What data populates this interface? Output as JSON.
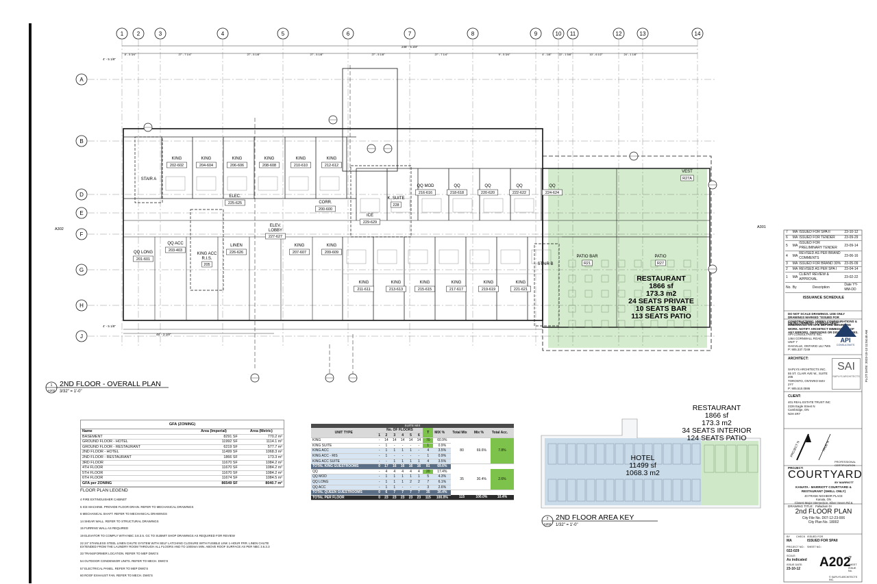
{
  "grid": {
    "columns": [
      "1",
      "2",
      "3",
      "4",
      "5",
      "6",
      "7",
      "8",
      "9",
      "10",
      "11",
      "12",
      "13",
      "14"
    ],
    "rows": [
      "A",
      "B",
      "D",
      "E",
      "F",
      "G",
      "H",
      "J"
    ]
  },
  "dims": {
    "overall": "248' - 5 3/4\"",
    "top": [
      "8' - 5 3/4\"",
      "27' - 7 1/4\"",
      "27' - 5 1/8\"",
      "27' - 5 1/8\"",
      "27' - 5 1/8\"",
      "27' - 7 1/4\"",
      "9' - 5 3/4\"",
      "4' - 1/8\"",
      "22' - 1 5/8\"",
      "10' - 6 1/2\"",
      "24' - 1 1/8\""
    ],
    "left_offset": "4' - 5 1/8\"",
    "bottom_left": "4' - 5 1/8\"",
    "bottom_run": "48' - 3 1/8\""
  },
  "rooms": [
    {
      "name": "KING",
      "num": "202-602"
    },
    {
      "name": "KING",
      "num": "204-604"
    },
    {
      "name": "KING",
      "num": "206-606"
    },
    {
      "name": "KING",
      "num": "208-608"
    },
    {
      "name": "KING",
      "num": "210-610"
    },
    {
      "name": "KING",
      "num": "212-612"
    },
    {
      "name": "STAIR A",
      "num": ""
    },
    {
      "name": "ELEC.",
      "num": "225-625"
    },
    {
      "name": "ELEV. LOBBY",
      "num": "227-627"
    },
    {
      "name": "CORR.",
      "num": "200-600"
    },
    {
      "name": "QQ LONG",
      "num": "201-601"
    },
    {
      "name": "QQ ACC",
      "num": "203-403"
    },
    {
      "name": "KING ACC R.I.S.",
      "num": "205"
    },
    {
      "name": "LINEN",
      "num": "226-626"
    },
    {
      "name": "KING",
      "num": "207-607"
    },
    {
      "name": "KING",
      "num": "209-609"
    },
    {
      "name": "ICE",
      "num": "229-629"
    },
    {
      "name": "K. SUITE",
      "num": "228"
    },
    {
      "name": "QQ MOD",
      "num": "216-616"
    },
    {
      "name": "QQ",
      "num": "218-618"
    },
    {
      "name": "QQ",
      "num": "220-620"
    },
    {
      "name": "QQ",
      "num": "222-622"
    },
    {
      "name": "QQ",
      "num": "224-624"
    },
    {
      "name": "KING",
      "num": "211-611"
    },
    {
      "name": "KING",
      "num": "213-613"
    },
    {
      "name": "KING",
      "num": "215-615"
    },
    {
      "name": "KING",
      "num": "217-617"
    },
    {
      "name": "KING",
      "num": "219-619"
    },
    {
      "name": "KING",
      "num": "221-621"
    },
    {
      "name": "STAIR B",
      "num": ""
    },
    {
      "name": "PATIO BAR",
      "num": "R21"
    },
    {
      "name": "PATIO",
      "num": "R27"
    },
    {
      "name": "VEST",
      "num": "R27A"
    }
  ],
  "restaurant_plan": {
    "lines": [
      "RESTAURANT",
      "1866 sf",
      "173.3 m2",
      "24 SEATS PRIVATE",
      "10 SEATS BAR",
      "113 SEATS PATIO"
    ]
  },
  "plan_title": {
    "ref": "1",
    "sheet": "A202",
    "title": "2ND FLOOR - OVERALL PLAN",
    "scale": "3/32\" = 1'-0\""
  },
  "side_refs": {
    "left": "A302",
    "right": "A301"
  },
  "gfa": {
    "title": "GFA (ZONING)",
    "headers": [
      "Name",
      "Area (Imperial)",
      "Area (Metric)"
    ],
    "rows": [
      [
        "BASEMENT",
        "8291 SF",
        "770.2 m²"
      ],
      [
        "GROUND FLOOR - HOTEL",
        "11992 SF",
        "1114.1 m²"
      ],
      [
        "GROUND FLOOR - RESTAURANT",
        "6219 SF",
        "577.7 m²"
      ],
      [
        "2ND FLOOR - HOTEL",
        "11499 SF",
        "1068.3 m²"
      ],
      [
        "2ND FLOOR - RESTAURANT",
        "1866 SF",
        "173.3 m²"
      ],
      [
        "3RD FLOOR",
        "11670 SF",
        "1084.2 m²"
      ],
      [
        "4TH FLOOR",
        "11670 SF",
        "1084.2 m²"
      ],
      [
        "5TH FLOOR",
        "11670 SF",
        "1084.2 m²"
      ],
      [
        "6TH FLOOR",
        "11674 SF",
        "1084.5 m²"
      ],
      [
        "GFA per ZONING",
        "86549 SF",
        "8040.7 m²"
      ]
    ]
  },
  "legend": {
    "title": "FLOOR PLAN LEGEND",
    "items": [
      "4  FIRE EXTINGUISHER CABINET",
      "5  ICE MACHINE. PROVIDE FLOOR DRAIN. REFER TO MECHANICAL DRAWINGS",
      "6  MECHANICAL SHAFT. REFER TO MECHANICAL DRAWINGS",
      "14  SHEAR WALL. REFER TO STRUCTURAL DRAWINGS",
      "15  FURRING WALL AS REQUIRED",
      "19  ELEVATOR TO COMPLY WITH NBC 3.8.3.5. GC TO SUBMIT SHOP DRAWINGS AS REQUIRED FOR REVIEW",
      "22  24\" STAINLESS STEEL LINEN CHUTE SYSTEM WITH SELF LATCHING CLOSURE WITH FUSIBLE LINK 1-HOUR FRR. LINEN CHUTE EXTENDED FROM THE LAUNDRY ROOM THROUGH ALL FLOORS AND TO 1000mm MIN. ABOVE ROOF SURFACE AS PER NBC 3.6.3.3",
      "33  TRANSFORMER LOCATION. REFER TO MEP DWG'S",
      "54  OUTDOOR CONDENSOR UNITS. REFER TO MECH. DWG'S",
      "57  ELECTRICAL PANEL. REFER TO MEP DWG'S",
      "60  ROOF EXHAUST FAN. REFER TO MECH. DWG'S"
    ]
  },
  "suite_mix": {
    "title": "SUITE MIX",
    "unit_type": "UNIT TYPE",
    "floors_label": "No. OF FLOORS",
    "floor_nums": [
      "1",
      "2",
      "3",
      "4",
      "5",
      "6"
    ],
    "extra_headers": [
      "T",
      "MIX %",
      "Total Mix",
      "Mix %",
      "Total Acc."
    ],
    "king_rows": [
      [
        "KING",
        "-",
        "14",
        "14",
        "14",
        "14",
        "14",
        "70",
        "60.9%"
      ],
      [
        "KING SUITE",
        "-",
        "1",
        "-",
        "-",
        "-",
        "-",
        "1",
        "0.9%"
      ],
      [
        "KING ACC",
        "-",
        "1",
        "1",
        "1",
        "1",
        "-",
        "4",
        "3.5%"
      ],
      [
        "KING ACC - RIS",
        "-",
        "1",
        "-",
        "-",
        "-",
        "-",
        "1",
        "0.9%"
      ],
      [
        "KING ACC SUITE",
        "-",
        "-",
        "1",
        "1",
        "1",
        "1",
        "4",
        "3.5%"
      ]
    ],
    "king_total": [
      "TOTAL KING GUESTROOMS",
      "0",
      "17",
      "16",
      "16",
      "16",
      "16",
      "81",
      "69.6%"
    ],
    "king_group": [
      "80",
      "69.6%",
      "7.8%"
    ],
    "queen_rows": [
      [
        "QQ",
        "-",
        "4",
        "4",
        "4",
        "4",
        "4",
        "20",
        "17.4%"
      ],
      [
        "QQ MOD",
        "-",
        "1",
        "1",
        "1",
        "1",
        "1",
        "5",
        "4.3%"
      ],
      [
        "QQ LONG",
        "-",
        "1",
        "1",
        "1",
        "2",
        "2",
        "7",
        "6.1%"
      ],
      [
        "QQ ACC",
        "-",
        "1",
        "1",
        "-",
        "-",
        "-",
        "3",
        "2.6%"
      ]
    ],
    "queen_total": [
      "TOTAL QUEEN GUESTROOMS",
      "0",
      "6",
      "7",
      "7",
      "7",
      "7",
      "35",
      "30.4%"
    ],
    "queen_group": [
      "35",
      "30.4%",
      "2.6%"
    ],
    "floor_total": [
      "TOTAL PER FLOOR",
      "0",
      "23",
      "23",
      "23",
      "23",
      "23",
      "115",
      "100.0%"
    ],
    "floor_group": [
      "115",
      "100.0%",
      "10.4%"
    ]
  },
  "area_key": {
    "ref": "2",
    "sheet": "A202",
    "title": "2ND FLOOR AREA KEY",
    "scale": "1/32\" = 1'-0\"",
    "hotel": [
      "HOTEL",
      "11499 sf",
      "1068.3 m2"
    ],
    "restaurant": [
      "RESTAURANT",
      "1866 sf",
      "173.3 m2",
      "34 SEATS INTERIOR",
      "124 SEATS PATIO"
    ]
  },
  "issuance": {
    "rows": [
      [
        "7",
        "MA",
        "ISSUED FOR SPA II",
        "23-10-12"
      ],
      [
        "6",
        "MA",
        "ISSUED FOR TENDER",
        "23-09-29"
      ],
      [
        "5",
        "MA",
        "ISSUED FOR PRELIMINARY TENDER",
        "23-09-14"
      ],
      [
        "4",
        "MA",
        "REVISED AS PER BRAND COMMENTS",
        "23-06-16"
      ],
      [
        "3",
        "MA",
        "ISSUED FOR BRAND 30%",
        "23-05-09"
      ],
      [
        "2",
        "MA",
        "REVISED AS PER SPA I",
        "23-04-14"
      ],
      [
        "1",
        "MA",
        "CLIENT REVIEW & APPROVAL",
        "23-02-22"
      ]
    ],
    "head": [
      "No.",
      "By",
      "Description",
      "Date YY-MM-DD"
    ],
    "title": "ISSUANCE SCHEDULE"
  },
  "notes": "DO NOT SCALE DRAWINGS. USE ONLY DRAWINGS MARKED \"ISSUED FOR CONSTRUCTION\". VERIFY CONFIGURATIONS & DIMENSIONS ON SITE BEFORE BEGINNING WORK. NOTIFY ARCHITECT IMMEDIATELY OF ANY ERRORS, OMISSIONS OR DISCREPANCIES.",
  "dev_consultant": {
    "label": "DEVELOPMENT CONSULTANT:",
    "lines": [
      "API CONSULTANTS INC.",
      "1464 CORNWALL ROAD, UNIT 7",
      "OAKVILLE, ONTARIO L6J 7W5",
      "P: 905.337.7249"
    ],
    "logo": "API",
    "logo_sub": "CONSULTANTS"
  },
  "architect": {
    "label": "ARCHITECT:",
    "lines": [
      "SAPLYS ARCHITECTS INC.",
      "55 ST. CLAIR AVE W., SUITE 205",
      "TORONTO, ONTARIO M4V 2Y7",
      "P: 905.510.0595"
    ],
    "logo": "SAI",
    "logo_sub": "SAPLYS ARCHITECTS"
  },
  "client": {
    "label": "CLIENT:",
    "lines": [
      "401 REAL ESTATE TRUST INC",
      "2226 Eagle Street N",
      "Cambridge, ON",
      "N3H 4R7"
    ]
  },
  "plot_date": "PLOT DATE: 2023-10-13 11:04:40 AM",
  "north": {
    "project": "PROJECT N",
    "true": "TRUE N"
  },
  "certification": "PROFESSIONAL CERTIFICATION",
  "project": {
    "label": "PROJECT:",
    "brand": "COURTYARD",
    "brand_sub": "BY MARRIOTT",
    "name": "KANATA - MARRIOTT COURTYARD & RESTAURANT (SHELL ONLY)",
    "address": [
      "40 FRANK NIGHBOR PLACE",
      "Kanata, ON",
      "Closest Major Intersection: Silver Seven Rd & Palladium Dr"
    ]
  },
  "drawing": {
    "label": "DRAWING TITLE:",
    "title": "2nd FLOOR PLAN",
    "file": "City File No. D07-12-23-006",
    "plan": "City Plan No. 18002"
  },
  "stamp": {
    "by_label": "BY",
    "by": "MA",
    "check_label": "CHECK",
    "issued_label": "ISSUED FOR",
    "issued": "ISSUED FOR SPAII",
    "project_no_label": "PROJECT NO.:",
    "project_no": "022-029",
    "scale_label": "SCALE:",
    "scale": "As indicated",
    "date_label": "ISSUE DATE:",
    "date": "23-10-12",
    "sheet_label": "SHEET NO.:",
    "sheet": "A202",
    "issue": "7",
    "issue_label": "SHEET ISSUE No.",
    "copyright": "© SAPLYS ARCHITECTS INC."
  }
}
